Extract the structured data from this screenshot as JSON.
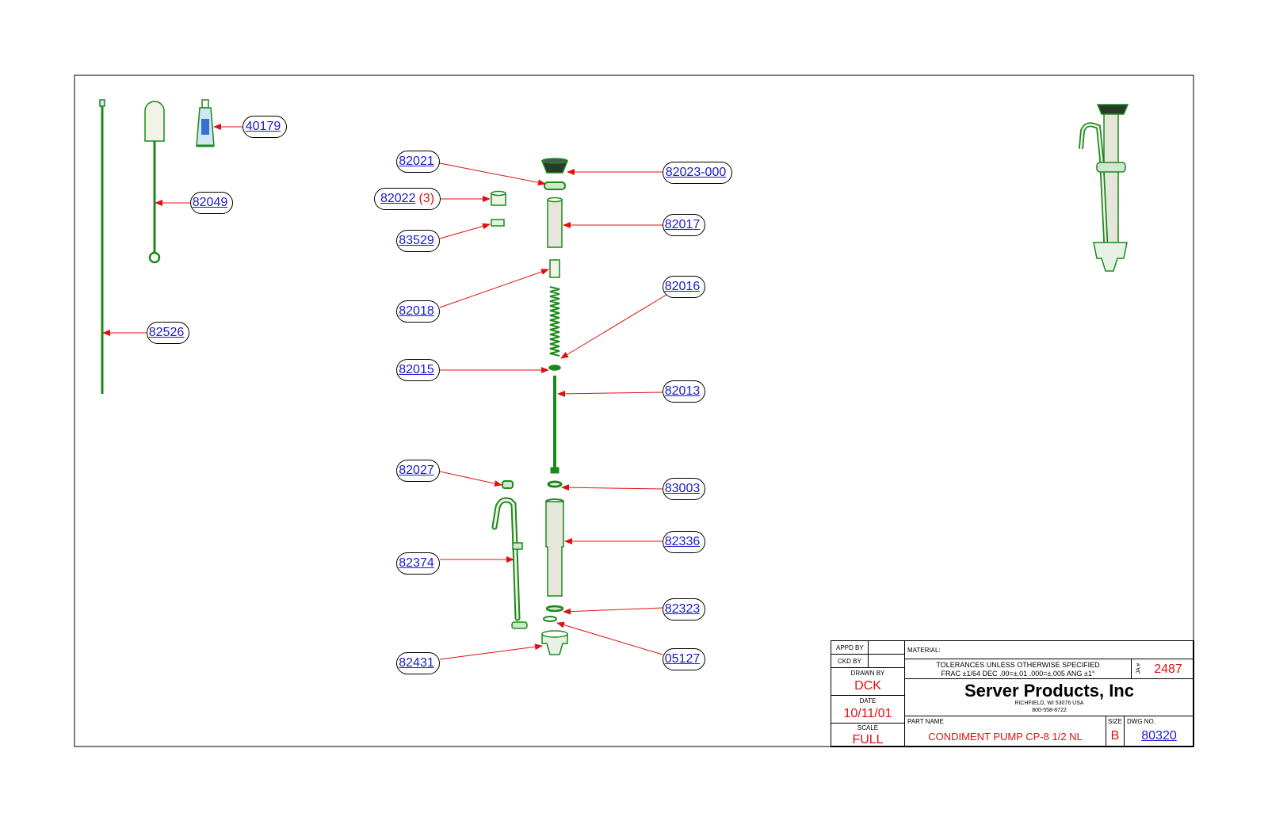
{
  "colors": {
    "part_green": "#1a8a1a",
    "leader_red": "#e01010",
    "link_blue": "#1a1acc",
    "border": "#000000"
  },
  "callouts": [
    {
      "id": "40179",
      "qty": ""
    },
    {
      "id": "82049",
      "qty": ""
    },
    {
      "id": "82526",
      "qty": ""
    },
    {
      "id": "82021",
      "qty": ""
    },
    {
      "id": "82022",
      "qty": "(3)"
    },
    {
      "id": "83529",
      "qty": ""
    },
    {
      "id": "82018",
      "qty": ""
    },
    {
      "id": "82015",
      "qty": ""
    },
    {
      "id": "82027",
      "qty": ""
    },
    {
      "id": "82374",
      "qty": ""
    },
    {
      "id": "82431",
      "qty": ""
    },
    {
      "id": "82023-000",
      "qty": ""
    },
    {
      "id": "82017",
      "qty": ""
    },
    {
      "id": "82016",
      "qty": ""
    },
    {
      "id": "82013",
      "qty": ""
    },
    {
      "id": "83003",
      "qty": ""
    },
    {
      "id": "82336",
      "qty": ""
    },
    {
      "id": "82323",
      "qty": ""
    },
    {
      "id": "05127",
      "qty": ""
    }
  ],
  "title_block": {
    "appd_by_label": "APPD BY",
    "ckd_by_label": "CKD BY",
    "drawn_by_label": "DRAWN BY",
    "drawn_by": "DCK",
    "date_label": "DATE",
    "date": "10/11/01",
    "scale_label": "SCALE",
    "scale": "FULL",
    "material_label": "MATERIAL:",
    "tolerances_line1": "TOLERANCES UNLESS OTHERWISE SPECIFIED",
    "tolerances_line2": "FRAC ±1/64 DEC .00=±.01 .000=±.005 ANG ±1°",
    "ja_label": "JA #",
    "ja_number": "2487",
    "company": "Server Products, Inc",
    "address": "RICHFIELD, WI 53076 USA",
    "phone": "800-558-8722",
    "part_name_label": "PART NAME",
    "part_name": "CONDIMENT PUMP CP-8 1/2 NL",
    "size_label": "SIZE",
    "size": "B",
    "dwg_no_label": "DWG NO.",
    "dwg_no": "80320"
  }
}
